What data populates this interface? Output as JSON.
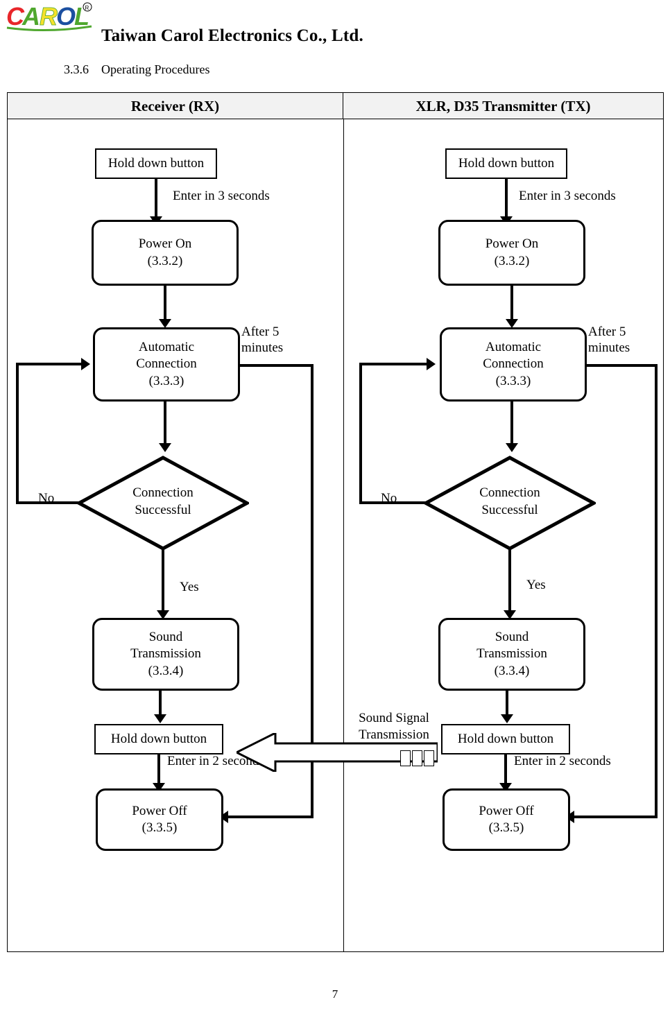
{
  "header": {
    "logo_text": "CAROL",
    "logo_mark": "registered-trademark",
    "company": "Taiwan Carol Electronics Co., Ltd."
  },
  "section": {
    "number": "3.3.6",
    "title": "Operating Procedures"
  },
  "table": {
    "columns": [
      {
        "key": "rx",
        "header": "Receiver (RX)"
      },
      {
        "key": "tx",
        "header": "XLR, D35 Transmitter (TX)"
      }
    ]
  },
  "flow": {
    "rx": {
      "nodes": {
        "hold_top": "Hold down button",
        "power_on_l1": "Power On",
        "power_on_l2": "(3.3.2)",
        "auto_conn_l1": "Automatic",
        "auto_conn_l2": "Connection",
        "auto_conn_l3": "(3.3.3)",
        "decision_l1": "Connection",
        "decision_l2": "Successful",
        "sound_l1": "Sound",
        "sound_l2": "Transmission",
        "sound_l3": "(3.3.4)",
        "hold_bottom": "Hold down button",
        "power_off_l1": "Power Off",
        "power_off_l2": "(3.3.5)"
      },
      "labels": {
        "enter3": "Enter in 3 seconds",
        "after5": "After 5\nminutes",
        "no": "No",
        "yes": "Yes",
        "enter2": "Enter in 2 seconds"
      }
    },
    "tx": {
      "nodes": {
        "hold_top": "Hold down button",
        "power_on_l1": "Power On",
        "power_on_l2": "(3.3.2)",
        "auto_conn_l1": "Automatic",
        "auto_conn_l2": "Connection",
        "auto_conn_l3": "(3.3.3)",
        "decision_l1": "Connection",
        "decision_l2": "Successful",
        "sound_l1": "Sound",
        "sound_l2": "Transmission",
        "sound_l3": "(3.3.4)",
        "hold_bottom": "Hold down button",
        "power_off_l1": "Power Off",
        "power_off_l2": "(3.3.5)"
      },
      "labels": {
        "enter3": "Enter in 3 seconds",
        "after5": "After 5\nminutes",
        "no": "No",
        "yes": "Yes",
        "enter2": "Enter in 2 seconds"
      }
    },
    "link": {
      "label_l1": "Sound Signal",
      "label_l2": "Transmission"
    }
  },
  "footer": {
    "page_number": "7"
  },
  "colors": {
    "ink": "#000000",
    "header_fill": "#f2f2f2",
    "logo_red": "#e8262a",
    "logo_green": "#4fa72e",
    "logo_blue": "#1b4fa0",
    "logo_yellow": "#f5e12b"
  }
}
